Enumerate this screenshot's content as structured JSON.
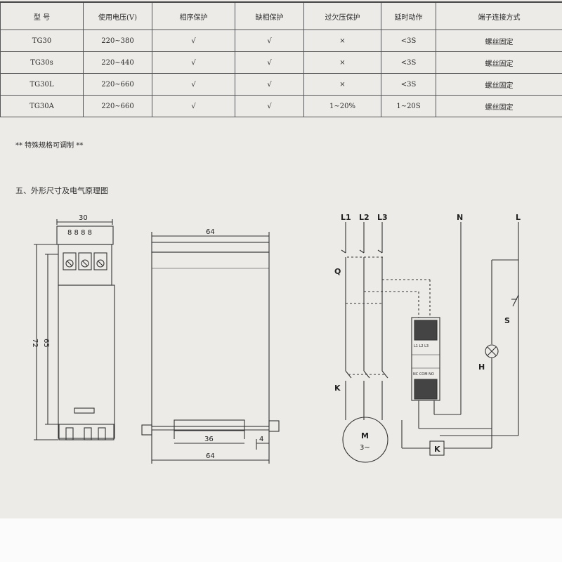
{
  "table": {
    "headers": [
      "型 号",
      "使用电压(V)",
      "相序保护",
      "缺相保护",
      "过欠压保护",
      "延时动作",
      "端子连接方式"
    ],
    "rows": [
      [
        "TG30",
        "220~380",
        "√",
        "√",
        "×",
        "<3S",
        "螺丝固定"
      ],
      [
        "TG30s",
        "220~440",
        "√",
        "√",
        "×",
        "<3S",
        "螺丝固定"
      ],
      [
        "TG30L",
        "220~660",
        "√",
        "√",
        "×",
        "<3S",
        "螺丝固定"
      ],
      [
        "TG30A",
        "220~660",
        "√",
        "√",
        "1~20%",
        "1~20S",
        "螺丝固定"
      ]
    ]
  },
  "note": "** 特殊规格可调制 **",
  "section_title": "五、外形尺寸及电气原理图",
  "dimensions": {
    "front_width": "30",
    "front_terminals": "8 8 8 8",
    "front_height_outer": "72",
    "front_height_inner": "65",
    "side_top_width": "64",
    "rail_width": "36",
    "rail_offset": "4",
    "side_bottom_width": "64"
  },
  "schematic": {
    "L1": "L1",
    "L2": "L2",
    "L3": "L3",
    "N": "N",
    "L": "L",
    "Q": "Q",
    "K": "K",
    "S": "S",
    "H": "H",
    "motor": "M",
    "motor_sub": "3~",
    "coil": "K",
    "relay_terminals": "L1  L2  L3",
    "relay_outputs": "NC COM NO"
  }
}
